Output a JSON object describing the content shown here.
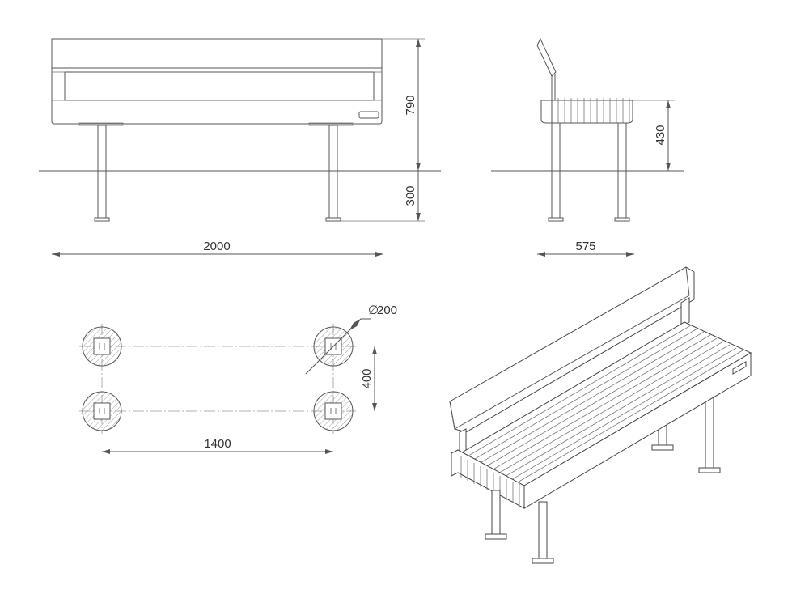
{
  "dimensions": {
    "front_height": "790",
    "front_depth": "300",
    "front_length": "2000",
    "side_seat_height": "430",
    "side_width": "575",
    "plan_diameter_symbol": "∅",
    "plan_diameter": "200",
    "plan_depth": "400",
    "plan_length": "1400"
  },
  "colors": {
    "line": "#555555",
    "text": "#333333",
    "background": "#ffffff"
  }
}
